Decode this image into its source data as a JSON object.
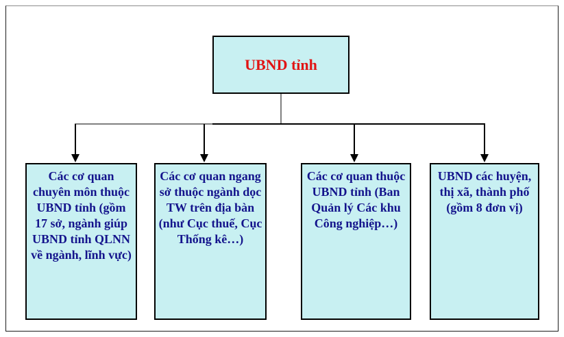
{
  "diagram": {
    "type": "org-chart",
    "root": {
      "label": "UBND tỉnh"
    },
    "children": [
      {
        "label": "Các cơ quan chuyên môn thuộc UBND tỉnh (gồm 17 sở, ngành giúp UBND tỉnh QLNN về ngành, lĩnh vực)"
      },
      {
        "label": "Các cơ quan ngang sở thuộc ngành dọc TW trên địa bàn (như Cục thuế, Cục Thống kê…)"
      },
      {
        "label": "Các cơ quan thuộc UBND tỉnh (Ban Quản lý Các khu Công nghiệp…)"
      },
      {
        "label": "UBND các huyện, thị xã, thành phố (gồm 8 đơn vị)"
      }
    ],
    "colors": {
      "box_fill": "#c8f0f2",
      "box_border": "#000000",
      "root_text": "#e11414",
      "child_text": "#14148c",
      "connector_gray": "#808080",
      "connector_black": "#000000",
      "frame_border": "#1a1a1a"
    }
  }
}
